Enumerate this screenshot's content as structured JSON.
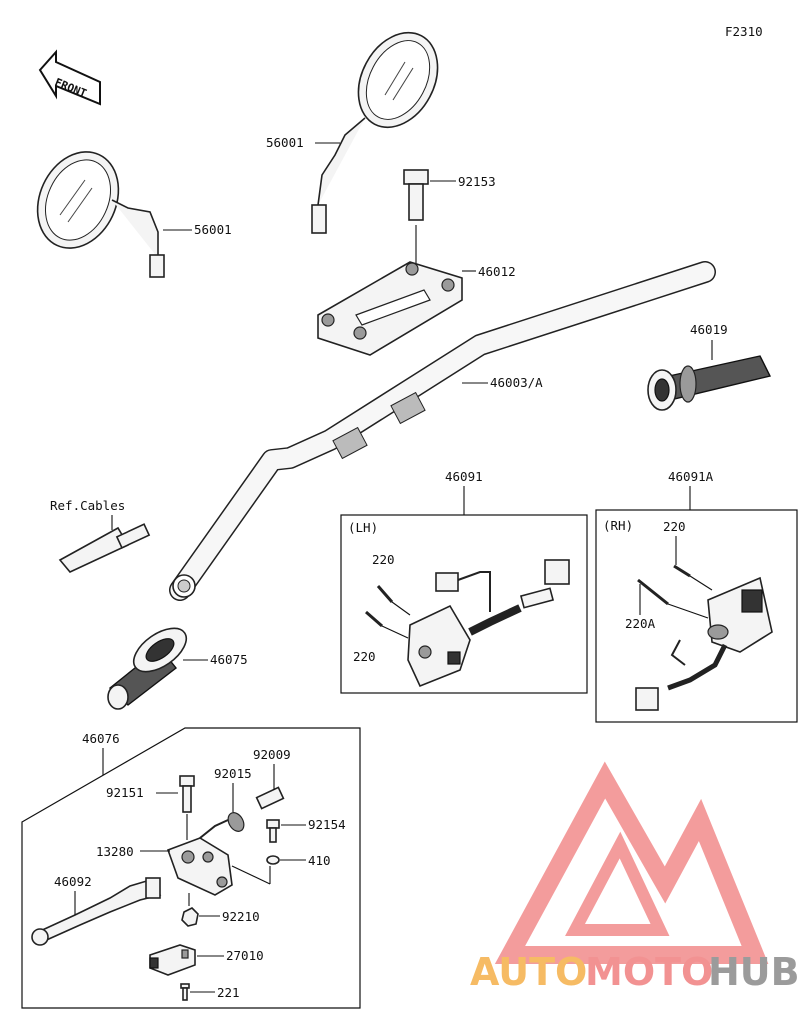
{
  "figure_code": "F2310",
  "front_label": "FRONT",
  "labels": {
    "mirror_left": "56001",
    "mirror_right": "56001",
    "bolt_holder": "92153",
    "holder": "46012",
    "handlebar": "46003/A",
    "grip_right": "46019",
    "ref_cables": "Ref.Cables",
    "grip_left": "46075",
    "switch_lh_group": "46091",
    "switch_rh_group": "46091A",
    "lh_tag": "(LH)",
    "rh_tag": "(RH)",
    "lh_screw_upper": "220",
    "lh_screw_lower": "220",
    "rh_screw_upper": "220",
    "rh_screw_lower": "220A",
    "lever_group": "46076",
    "bolt_lever": "92151",
    "nut_lever": "92015",
    "bolt_adjust": "92009",
    "bolt_clamp": "92154",
    "holder_lever": "13280",
    "washer": "410",
    "lever": "46092",
    "nut_small": "92210",
    "switch_clutch": "27010",
    "screw_switch": "221"
  },
  "watermark": {
    "part1": "AUTO",
    "part2": "MOTO",
    "part3": "HUB",
    "color_orange": "#f5b04a",
    "color_red": "#f08080",
    "color_grey": "#8a8a8a"
  }
}
